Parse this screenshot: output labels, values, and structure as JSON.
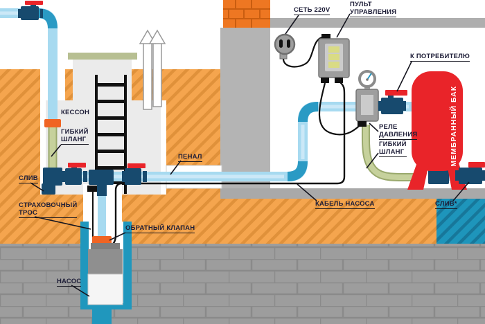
{
  "labels": {
    "kesson": "КЕССОН",
    "gibkiy_shlang_left": [
      "ГИБКИЙ",
      "ШЛАНГ"
    ],
    "sliv_left": "СЛИВ",
    "strahovochny_tros": [
      "СТРАХОВОЧНЫЙ",
      "ТРОС"
    ],
    "obratny_klapan": "ОБРАТНЫЙ КЛАПАН",
    "nasos": "НАСОС",
    "penal": "ПЕНАЛ",
    "kabel_nasosa": "КАБЕЛЬ НАСОСА",
    "set_220v": "СЕТЬ 220V",
    "pult_upravleniya": [
      "ПУЛЬТ",
      "УПРАВЛЕНИЯ"
    ],
    "k_potrebitelyu": "К ПОТРЕБИТЕЛЮ",
    "rele_davleniya": [
      "РЕЛЕ",
      "ДАВЛЕНИЯ"
    ],
    "gibkiy_shlang_right": [
      "ГИБКИЙ",
      "ШЛАНГ"
    ],
    "membranny_bak": "МЕМБРАННЫЙ БАК",
    "sliv_right": "СЛИВ*"
  },
  "colors": {
    "pipe_blue": "#a7daf0",
    "pipe_highlight": "#cbe8f7",
    "elbow_blue": "#2a9ac4",
    "valve_navy": "#174a6e",
    "handle_red": "#e92429",
    "tank_red": "#e92429",
    "ground_orange": "#f5a54e",
    "hatch_orange": "#e0913a",
    "brick_orange": "#ee7722",
    "house_gray": "#b4b4b4",
    "rock_gray": "#9d9d9d",
    "water_teal": "#1e95bb",
    "well_teal": "#2097bd",
    "hose_green": "#c6d19c",
    "check_valve_orange": "#f06423",
    "caisson_gray": "#ebebeb",
    "lid_green": "#b7bf92",
    "indicator_yellow": "#d9db85",
    "label_text": "#1e1e38",
    "cable_black": "#111111"
  }
}
